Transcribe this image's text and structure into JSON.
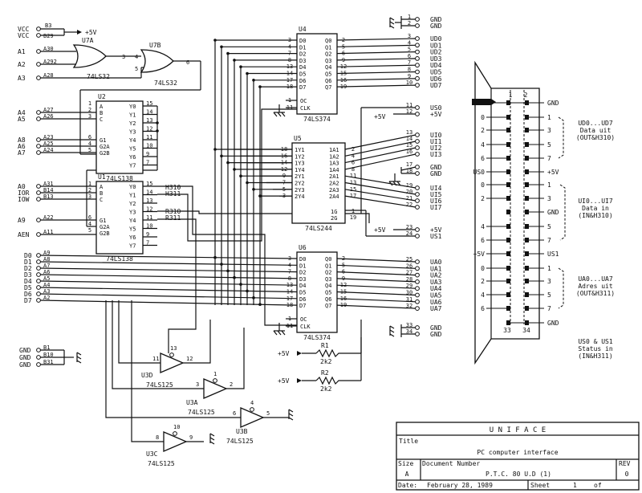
{
  "chips": {
    "u7a": {
      "ref": "U7A",
      "part": "74LS32"
    },
    "u7b": {
      "ref": "U7B",
      "part": "74LS32"
    },
    "u2": {
      "ref": "U2",
      "part": "74LS138",
      "in": [
        "A",
        "B",
        "C",
        "G1",
        "G2A",
        "G2B"
      ],
      "out": [
        "Y0",
        "Y1",
        "Y2",
        "Y3",
        "Y4",
        "Y5",
        "Y6",
        "Y7"
      ],
      "in_pins": [
        "1",
        "2",
        "3",
        "6",
        "4",
        "5"
      ],
      "out_pins": [
        "15",
        "14",
        "13",
        "12",
        "11",
        "10",
        "9",
        "7"
      ]
    },
    "u1": {
      "ref": "U1",
      "part": "74LS138",
      "in": [
        "A",
        "B",
        "C",
        "G1",
        "G2A",
        "G2B"
      ],
      "out": [
        "Y0",
        "Y1",
        "Y2",
        "Y3",
        "Y4",
        "Y5",
        "Y6",
        "Y7"
      ],
      "in_pins": [
        "1",
        "2",
        "3",
        "6",
        "4",
        "5"
      ],
      "out_pins": [
        "15",
        "14",
        "13",
        "12",
        "11",
        "10",
        "9",
        "7"
      ]
    },
    "u4": {
      "ref": "U4",
      "part": "74LS374",
      "in": [
        "D0",
        "D1",
        "D2",
        "D3",
        "D4",
        "D5",
        "D6",
        "D7"
      ],
      "out": [
        "Q0",
        "Q1",
        "Q2",
        "Q3",
        "Q4",
        "Q5",
        "Q6",
        "Q7"
      ],
      "ctl": [
        "OC",
        "CLK"
      ],
      "in_pins": [
        "3",
        "4",
        "7",
        "8",
        "13",
        "14",
        "17",
        "18"
      ],
      "out_pins": [
        "2",
        "5",
        "6",
        "9",
        "12",
        "15",
        "16",
        "19"
      ],
      "ctl_pins": [
        "1",
        "11"
      ]
    },
    "u6": {
      "ref": "U6",
      "part": "74LS374",
      "in": [
        "D0",
        "D1",
        "D2",
        "D3",
        "D4",
        "D5",
        "D6",
        "D7"
      ],
      "out": [
        "Q0",
        "Q1",
        "Q2",
        "Q3",
        "Q4",
        "Q5",
        "Q6",
        "Q7"
      ],
      "ctl": [
        "OC",
        "CLK"
      ],
      "in_pins": [
        "3",
        "4",
        "7",
        "8",
        "13",
        "14",
        "17",
        "18"
      ],
      "out_pins": [
        "2",
        "5",
        "6",
        "9",
        "12",
        "15",
        "16",
        "19"
      ],
      "ctl_pins": [
        "1",
        "11"
      ]
    },
    "u5": {
      "ref": "U5",
      "part": "74LS244",
      "in": [
        "1Y1",
        "1Y2",
        "1Y3",
        "1Y4",
        "2Y1",
        "2Y2",
        "2Y3",
        "2Y4"
      ],
      "out": [
        "1A1",
        "1A2",
        "1A3",
        "1A4",
        "2A1",
        "2A2",
        "2A3",
        "2A4"
      ],
      "ctl": [
        "1G",
        "2G"
      ],
      "in_pins": [
        "18",
        "16",
        "14",
        "12",
        "9",
        "7",
        "5",
        "3"
      ],
      "out_pins": [
        "2",
        "4",
        "6",
        "8",
        "11",
        "13",
        "15",
        "17"
      ],
      "ctl_pins": [
        "1",
        "19"
      ]
    },
    "u3d": {
      "ref": "U3D",
      "part": "74LS125",
      "pins": [
        "11",
        "13",
        "12"
      ]
    },
    "u3a": {
      "ref": "U3A",
      "part": "74LS125",
      "pins": [
        "3",
        "1",
        "2"
      ]
    },
    "u3b": {
      "ref": "U3B",
      "part": "74LS125",
      "pins": [
        "6",
        "4",
        "5"
      ]
    },
    "u3c": {
      "ref": "U3C",
      "part": "74LS125",
      "pins": [
        "8",
        "10",
        "9"
      ]
    }
  },
  "bus": {
    "vcc1": "VCC",
    "vcc2": "VCC",
    "vcc_pin1": "B3",
    "vcc_pin2": "B29",
    "plus5v": "+5V",
    "a1": "A1",
    "a2": "A2",
    "a3": "A3",
    "a1_pin": "A30",
    "a2_pin": "A292",
    "a3_pin": "A28",
    "a4": "A4",
    "a5": "A5",
    "a4_pin": "A27",
    "a5_pin": "A26",
    "a8": "A8",
    "a6": "A6",
    "a7": "A7",
    "a8_pin": "A23",
    "a6_pin": "A25",
    "a7_pin": "A24",
    "a0": "A0",
    "ior": "IOR",
    "iow": "IOW",
    "a0_pin": "A31",
    "ior_pin": "B14",
    "iow_pin": "B13",
    "a9": "A9",
    "a9_pin": "A22",
    "aen": "AEN",
    "aen_pin": "A11",
    "data": [
      "D0",
      "D1",
      "D2",
      "D3",
      "D4",
      "D5",
      "D6",
      "D7"
    ],
    "data_pins": [
      "A9",
      "A8",
      "A7",
      "A6",
      "A5",
      "A4",
      "A3",
      "A2"
    ],
    "gnd": [
      "GND",
      "GND",
      "GND"
    ],
    "gnd_pins": [
      "B1",
      "B10",
      "B31"
    ]
  },
  "gate_pins": {
    "u7a_out": "3",
    "u7b_in": "4",
    "u7b_in2": "5",
    "u7b_out": "6"
  },
  "nets": {
    "h310": "H310",
    "h311": "H311",
    "r310": "R310",
    "r311": "R311"
  },
  "resistors": [
    {
      "ref": "R1",
      "value": "2k2",
      "supply": "+5V"
    },
    {
      "ref": "R2",
      "value": "2k2",
      "supply": "+5V"
    }
  ],
  "out_connector": {
    "top_gnd": [
      {
        "pin": "1",
        "label": "GND"
      },
      {
        "pin": "2",
        "label": "GND"
      }
    ],
    "ud": [
      {
        "pin": "3",
        "label": "UD0"
      },
      {
        "pin": "4",
        "label": "UD1"
      },
      {
        "pin": "5",
        "label": "UD2"
      },
      {
        "pin": "6",
        "label": "UD3"
      },
      {
        "pin": "7",
        "label": "UD4"
      },
      {
        "pin": "8",
        "label": "UD5"
      },
      {
        "pin": "9",
        "label": "UD6"
      },
      {
        "pin": "10",
        "label": "UD7"
      }
    ],
    "us0": [
      {
        "pin": "11",
        "label": "US0"
      },
      {
        "pin": "12",
        "label": "+5V"
      }
    ],
    "ui": [
      {
        "pin": "13",
        "label": "UI0"
      },
      {
        "pin": "14",
        "label": "UI1"
      },
      {
        "pin": "15",
        "label": "UI2"
      },
      {
        "pin": "16",
        "label": "UI3"
      },
      {
        "pin": "17",
        "label": "GND"
      },
      {
        "pin": "18",
        "label": "GND"
      },
      {
        "pin": "19",
        "label": "UI4"
      },
      {
        "pin": "20",
        "label": "UI5"
      },
      {
        "pin": "21",
        "label": "UI6"
      },
      {
        "pin": "22",
        "label": "UI7"
      }
    ],
    "us1": [
      {
        "pin": "23",
        "label": "+5V"
      },
      {
        "pin": "24",
        "label": "US1"
      }
    ],
    "ua": [
      {
        "pin": "25",
        "label": "UA0"
      },
      {
        "pin": "26",
        "label": "UA1"
      },
      {
        "pin": "27",
        "label": "UA2"
      },
      {
        "pin": "28",
        "label": "UA3"
      },
      {
        "pin": "29",
        "label": "UA4"
      },
      {
        "pin": "30",
        "label": "UA5"
      },
      {
        "pin": "31",
        "label": "UA6"
      },
      {
        "pin": "32",
        "label": "UA7"
      }
    ],
    "bottom_gnd": [
      {
        "pin": "33",
        "label": "GND"
      },
      {
        "pin": "34",
        "label": "GND"
      }
    ]
  },
  "header": {
    "rows": [
      {
        "left": "",
        "right": "GND"
      },
      {
        "left": "0",
        "right": "1"
      },
      {
        "left": "2",
        "right": "3"
      },
      {
        "left": "4",
        "right": "5"
      },
      {
        "left": "6",
        "right": "7"
      },
      {
        "left": "US0",
        "right": "+5V"
      },
      {
        "left": "0",
        "right": "1"
      },
      {
        "left": "2",
        "right": "3"
      },
      {
        "left": "",
        "right": "GND"
      },
      {
        "left": "4",
        "right": "5"
      },
      {
        "left": "6",
        "right": "7"
      },
      {
        "left": "+5V",
        "right": "US1"
      },
      {
        "left": "0",
        "right": "1"
      },
      {
        "left": "2",
        "right": "3"
      },
      {
        "left": "4",
        "right": "5"
      },
      {
        "left": "6",
        "right": "7"
      },
      {
        "left": "",
        "right": "GND"
      }
    ],
    "top_pins": [
      "1",
      "2"
    ],
    "bottom_pins": [
      "33",
      "34"
    ],
    "notes": [
      {
        "lines": [
          "UD0...UD7",
          "Data uit",
          "(OUT&H310)"
        ]
      },
      {
        "lines": [
          "UI0...UI7",
          "Data in",
          "(IN&H310)"
        ]
      },
      {
        "lines": [
          "UA0...UA7",
          "Adres uit",
          "(OUT&H311)"
        ]
      },
      {
        "lines": [
          "US0 & US1",
          "Status in",
          "(IN&H311)"
        ]
      }
    ]
  },
  "title_block": {
    "company": "U N I F A C E",
    "title_label": "Title",
    "title": "PC computer interface",
    "size_label": "Size",
    "size": "A",
    "docnum_label": "Document Number",
    "docnum": "P.T.C. 80 U.D (1)",
    "rev_label": "REV",
    "rev": "0",
    "date_label": "Date:",
    "date": "February 28, 1989",
    "sheet_label": "Sheet",
    "sheet": "1",
    "of_label": "of"
  }
}
